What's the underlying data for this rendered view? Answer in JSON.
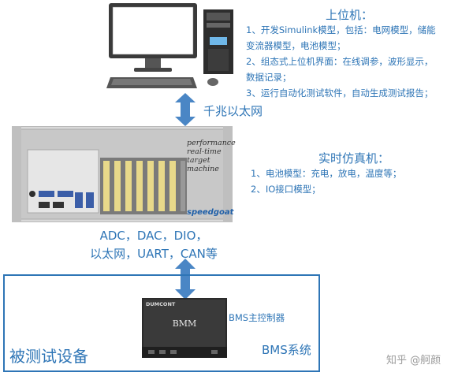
{
  "host": {
    "title": "上位机：",
    "lines": [
      "1、开发Simulink模型，包括：电网模型，储能",
      "变流器模型，电池模型；",
      "2、组态式上位机界面：在线调参，波形显示，",
      "数据记录；",
      "3、运行自动化测试软件，自动生成测试报告；"
    ]
  },
  "link1": {
    "label": "千兆以太网"
  },
  "rt": {
    "title": "实时仿真机：",
    "lines": [
      "1、电池模型：充电，放电，温度等；",
      "2、IO接口模型；"
    ],
    "panel_text": [
      "performance",
      "real-time",
      "target",
      "machine"
    ],
    "brand": "speedgoat"
  },
  "link2": {
    "lines": [
      "ADC，DAC，DIO，",
      "以太网，UART，CAN等"
    ]
  },
  "dut": {
    "label": "被测试设备",
    "bms_brand": "DUMCONT",
    "bms_box_label": "BMM",
    "bms_controller": "BMS主控制器",
    "bms_system": "BMS系统"
  },
  "watermark": "知乎 @舸颜",
  "colors": {
    "accent": "#2e75b6",
    "arrow": "#4a86c5"
  }
}
